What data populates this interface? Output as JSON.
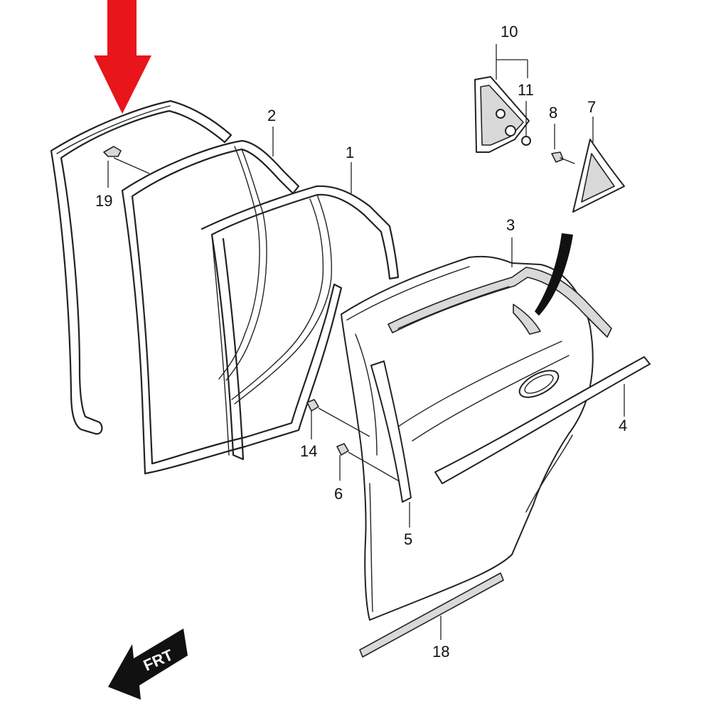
{
  "callouts": {
    "c1": "1",
    "c2": "2",
    "c3": "3",
    "c4": "4",
    "c5": "5",
    "c6": "6",
    "c7": "7",
    "c8": "8",
    "c10": "10",
    "c11": "11",
    "c14": "14",
    "c18": "18",
    "c19": "19"
  },
  "direction_badge": "FRT",
  "colors": {
    "highlight_arrow": "#e8151b",
    "line": "#222222",
    "badge": "#111111"
  }
}
